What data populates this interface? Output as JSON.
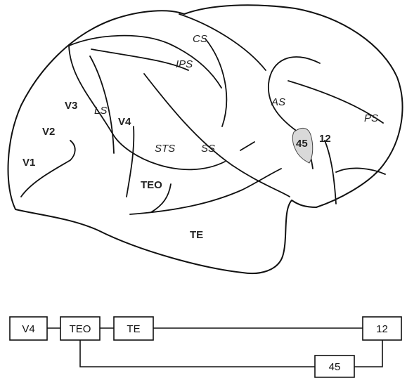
{
  "brain": {
    "areas": {
      "v1": "V1",
      "v2": "V2",
      "v3": "V3",
      "v4": "V4",
      "teo": "TEO",
      "te": "TE",
      "a45": "45",
      "a12": "12"
    },
    "sulci": {
      "cs": "CS",
      "ips": "IPS",
      "ls": "LS",
      "sts": "STS",
      "ss": "SS",
      "as": "AS",
      "ps": "PS"
    }
  },
  "pathway": {
    "nodes": {
      "v4": "V4",
      "teo": "TEO",
      "te": "TE",
      "a12": "12",
      "a45": "45"
    },
    "connections": [
      [
        "V4",
        "TEO"
      ],
      [
        "TEO",
        "TE"
      ],
      [
        "TE",
        "12"
      ],
      [
        "TEO",
        "45"
      ],
      [
        "45",
        "12"
      ]
    ]
  },
  "colors": {
    "stroke": "#111111",
    "area45_fill": "#d9d9d9"
  }
}
